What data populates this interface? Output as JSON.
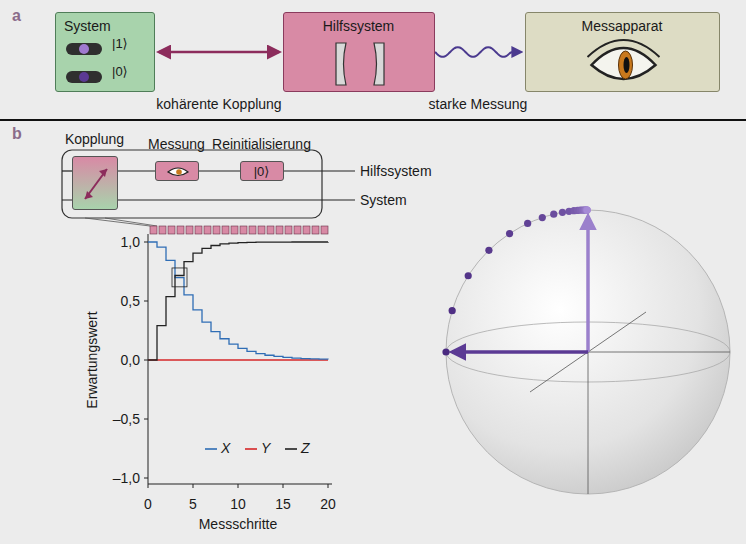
{
  "diagram": {
    "nodes": [
      {
        "text": [
          "System",
          "|1⟩",
          "|0⟩"
        ]
      },
      {
        "text": [
          "Hilfssystem"
        ]
      },
      {
        "text": [
          "Messapparat"
        ]
      },
      {
        "text": [
          "Kopplung"
        ]
      },
      {
        "text": [
          "Messung"
        ]
      },
      {
        "text": [
          "Reinitialisierung",
          "|0⟩"
        ]
      }
    ],
    "edges": [
      {
        "from": 0,
        "to": 1,
        "arrow": "both",
        "label": "kohärente Kopplung"
      },
      {
        "from": 1,
        "to": 2,
        "arrow": "to",
        "label": "starke Messung"
      },
      {
        "from": 3,
        "to": 4,
        "arrow": "none"
      },
      {
        "from": 4,
        "to": 5,
        "arrow": "none"
      }
    ],
    "labels": [
      "a",
      "b",
      "Hilfssystem",
      "System",
      "Erwartungswert",
      "1,0",
      "0,5",
      "0,0",
      "–0,5",
      "–1,0",
      "0",
      "5",
      "10",
      "15",
      "20",
      "Messschritte"
    ],
    "legend": [
      {
        "text": "X"
      },
      {
        "text": "Y"
      },
      {
        "text": "Z"
      }
    ]
  }
}
